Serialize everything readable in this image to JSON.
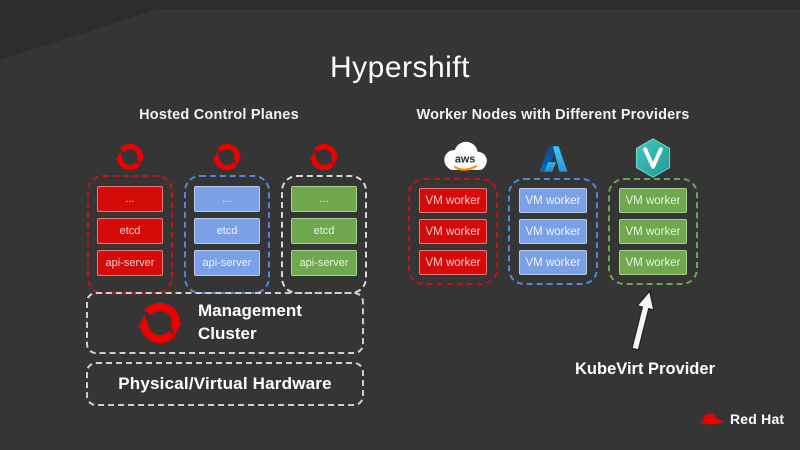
{
  "title": "Hypershift",
  "hosted": {
    "heading": "Hosted Control Planes",
    "columns": [
      {
        "name": "red-control-plane",
        "items": [
          "...",
          "etcd",
          "api-server"
        ]
      },
      {
        "name": "blue-control-plane",
        "items": [
          "...",
          "etcd",
          "api-server"
        ]
      },
      {
        "name": "green-control-plane",
        "items": [
          "...",
          "etcd",
          "api-server"
        ]
      }
    ]
  },
  "workers": {
    "heading": "Worker Nodes with Different Providers",
    "columns": [
      {
        "provider": "aws",
        "items": [
          "VM worker",
          "VM worker",
          "VM worker"
        ]
      },
      {
        "provider": "azure",
        "items": [
          "VM worker",
          "VM worker",
          "VM worker"
        ]
      },
      {
        "provider": "kubevirt",
        "items": [
          "VM worker",
          "VM worker",
          "VM worker"
        ]
      }
    ]
  },
  "management": {
    "label": "Management Cluster"
  },
  "hardware": {
    "label": "Physical/Virtual Hardware"
  },
  "annotation": {
    "label": "KubeVirt Provider"
  },
  "brand": {
    "label": "Red Hat"
  },
  "icons": {
    "openshift": "openshift-cycle-icon",
    "aws": "aws-cloud-icon",
    "aws_label": "aws",
    "azure": "azure-a-icon",
    "kubevirt": "kubevirt-hexagon-icon",
    "redhat": "red-fedora-icon",
    "pointer": "up-arrow-icon"
  },
  "colors": {
    "background": "#353535",
    "box_red": "#d50b0b",
    "dash_red": "#c01414",
    "box_blue": "#7ba0e6",
    "dash_blue": "#5187d8",
    "box_green": "#6fa84f",
    "green_border": "#a9d18e",
    "dash_white": "#d8d8d8",
    "dash_green": "#6aa84f",
    "openshift_red": "#ee0000",
    "aws_orange": "#f79400",
    "azure_blue": "#2892df",
    "kubevirt_teal": "#2ab5ac"
  }
}
